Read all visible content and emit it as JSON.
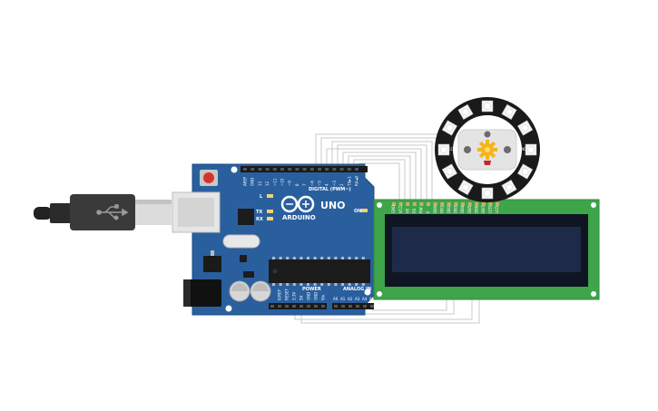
{
  "arduino": {
    "brand": "ARDUINO",
    "model": "UNO",
    "digital_header": "DIGITAL (PWM~)",
    "power_header": "POWER",
    "analog_header": "ANALOG IN",
    "led_l": "L",
    "led_tx": "TX",
    "led_rx": "RX",
    "led_on": "ON",
    "digital_pins": [
      "AREF",
      "GND",
      "13",
      "12",
      "~11",
      "~10",
      "~9",
      "8",
      "7",
      "~6",
      "~5",
      "4",
      "~3",
      "2",
      "TX►1",
      "RX◄0"
    ],
    "power_pins": [
      "IOREF",
      "RESET",
      "3.3V",
      "5V",
      "GND",
      "GND",
      "Vin"
    ],
    "analog_pins": [
      "A0",
      "A1",
      "A2",
      "A3",
      "A4",
      "A5"
    ]
  },
  "lcd": {
    "pins": [
      "GND",
      "VCC",
      "V0",
      "RS",
      "RW",
      "E",
      "DB0",
      "DB1",
      "DB2",
      "DB3",
      "DB4",
      "DB5",
      "DB6",
      "DB7",
      "LED",
      "LED"
    ]
  },
  "neopixel": {
    "labels": [
      "VCC",
      "GND",
      "DIN",
      "DOUT"
    ],
    "led_count": 12
  },
  "colors": {
    "arduino_board": "#2a5f9e",
    "arduino_edge": "#1f4d85",
    "lcd_board": "#3ea54a",
    "lcd_screen": "#1d2a4a",
    "ring": "#1a1a1a",
    "accent_gear": "#f2b51c",
    "wire": "#c8c8c8"
  }
}
